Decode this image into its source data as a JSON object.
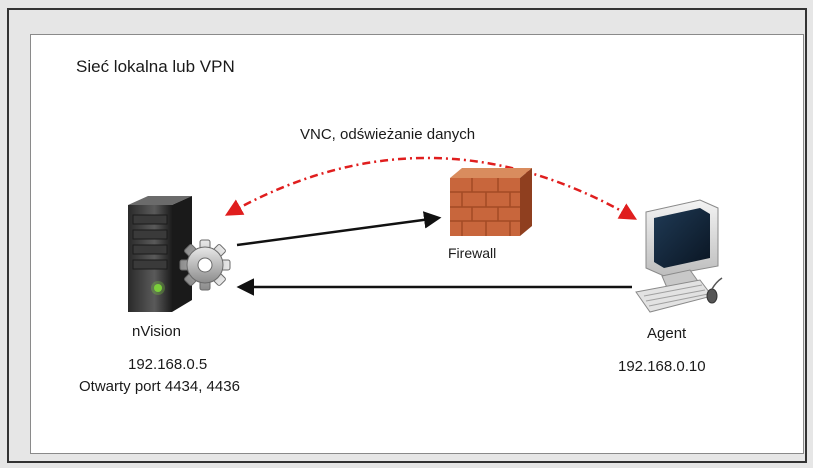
{
  "diagram": {
    "network_label": "Sieć lokalna lub VPN",
    "vnc_label": "VNC, odświeżanie danych",
    "firewall_label": "Firewall",
    "server": {
      "name": "nVision",
      "ip": "192.168.0.5",
      "ports": "Otwarty port 4434, 4436"
    },
    "agent": {
      "name": "Agent",
      "ip": "192.168.0.10"
    }
  },
  "colors": {
    "vnc_arrow": "#e01e1e",
    "connection_arrow": "#111111",
    "firewall_brick": "#c8663c"
  },
  "icons": [
    "server-icon",
    "gear-icon",
    "firewall-icon",
    "computer-icon"
  ]
}
